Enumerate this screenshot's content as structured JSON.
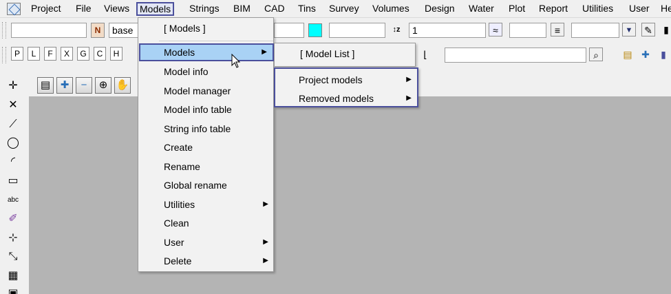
{
  "menubar": {
    "items": [
      "Project",
      "File",
      "Views",
      "Models",
      "Strings",
      "BIM",
      "CAD",
      "Tins",
      "Survey",
      "Volumes",
      "Design",
      "Water",
      "Plot",
      "Report",
      "Utilities",
      "User",
      "He"
    ],
    "active": "Models"
  },
  "toolbar1": {
    "model_field": "",
    "name_button": "N",
    "name_field": "base",
    "mid_field": "",
    "colour_swatch": "#00ffff",
    "value_field": "1",
    "after_fields": [
      "",
      ""
    ]
  },
  "toolbar2": {
    "letters": [
      "P",
      "L",
      "F",
      "X",
      "G",
      "C",
      "H"
    ],
    "search_field": ""
  },
  "models_menu": {
    "header": "[ Models ]",
    "items": [
      {
        "label": "Models",
        "submenu": true
      },
      {
        "label": "Model info",
        "submenu": false
      },
      {
        "label": "Model manager",
        "submenu": false
      },
      {
        "label": "Model info table",
        "submenu": false
      },
      {
        "label": "String info table",
        "submenu": false
      },
      {
        "label": "Create",
        "submenu": false
      },
      {
        "label": "Rename",
        "submenu": false
      },
      {
        "label": "Global rename",
        "submenu": false
      },
      {
        "label": "Utilities",
        "submenu": true
      },
      {
        "label": "Clean",
        "submenu": false
      },
      {
        "label": "User",
        "submenu": true
      },
      {
        "label": "Delete",
        "submenu": true
      }
    ]
  },
  "models_submenu": {
    "header": "[ Model List ]",
    "items": [
      {
        "label": "Project models",
        "submenu": true
      },
      {
        "label": "Removed models",
        "submenu": true
      }
    ]
  },
  "colors": {
    "highlight": "#a9d2f5",
    "callout_border": "#4a4f9c",
    "canvas": "#b4b4b4"
  }
}
